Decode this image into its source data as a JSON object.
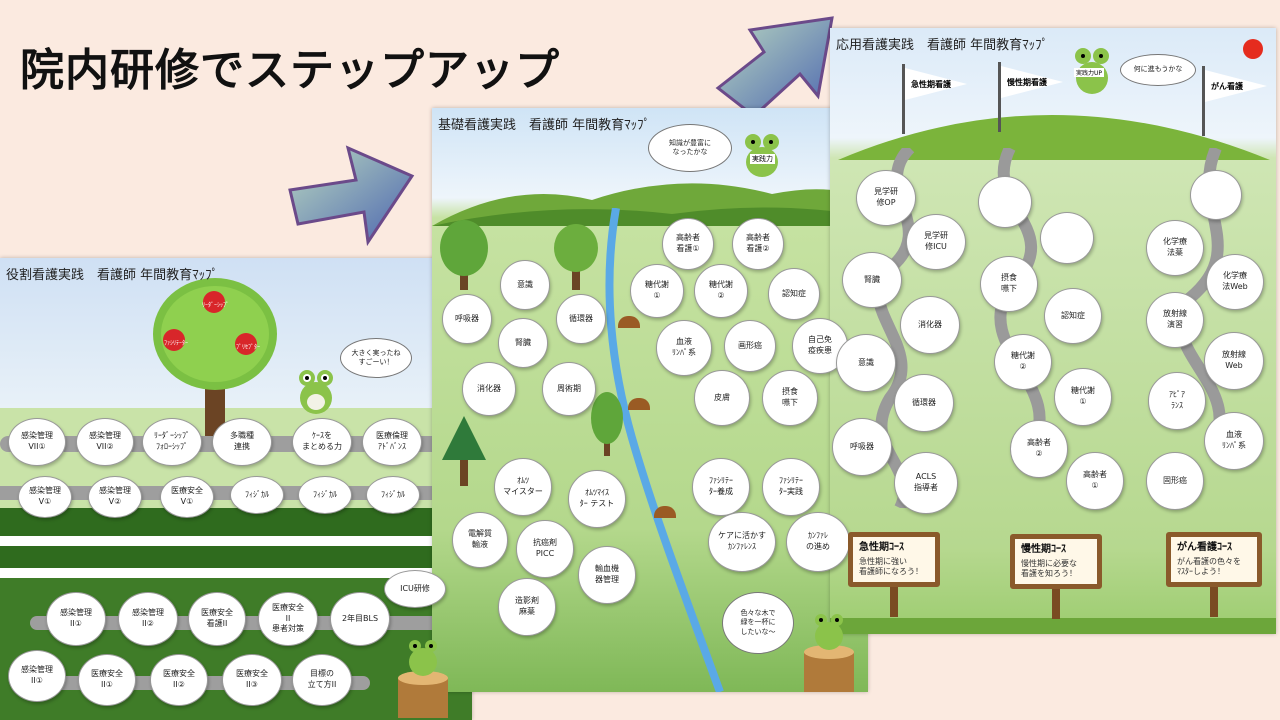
{
  "slide": {
    "title": "院内研修でステップアップ",
    "accent_arrow_color": "#6a86b8"
  },
  "panel_left": {
    "title": "役割看護実践　看護師 年間教育ﾏｯﾌﾟ",
    "speech": "大きく実ったね\nすごーい！",
    "apple_labels": [
      "ﾘｰﾀﾞｰｼｯﾌﾟ",
      "ﾌｧｼﾘﾃｰﾀｰ",
      "ﾌﾟﾘｾﾌﾟﾀｰ"
    ],
    "row1": [
      "感染管理\nVII①",
      "感染管理\nVII②",
      "ﾘｰﾀﾞｰｼｯﾌﾟ\nﾌｫﾛｰｼｯﾌﾟ",
      "多職種\n連携",
      "ｹｰｽを\nまとめる力",
      "医療倫理\nｱﾄﾞﾊﾞﾝｽ"
    ],
    "row2": [
      "感染管理\nV①",
      "感染管理\nV②",
      "医療安全\nV①",
      "ﾌｨｼﾞｶﾙ",
      "ﾌｨｼﾞｶﾙ",
      "ﾌｨｼﾞｶﾙ"
    ],
    "row3_end": "ICU研修",
    "row4": [
      "感染管理\nII①",
      "感染管理\nII②",
      "医療安全\n看護II",
      "医療安全\nII\n患者対策",
      "2年目BLS"
    ],
    "row5": [
      "感染管理\nII①",
      "医療安全\nII①",
      "医療安全\nII②",
      "医療安全\nII③",
      "目標の\n立て方II"
    ]
  },
  "panel_mid": {
    "title": "基礎看護実践　看護師 年間教育ﾏｯﾌﾟ",
    "speech_top": "知識が豊富に\nなったかな",
    "frog_sign": "実践力",
    "speech_bottom": "色々な木で\n緑を一杯に\nしたいな～",
    "left_items": [
      "意識",
      "呼吸器",
      "循環器",
      "腎臓",
      "消化器",
      "周術期"
    ],
    "right_items": [
      "高齢者\n看護①",
      "高齢者\n看護②",
      "糖代謝\n①",
      "糖代謝\n②",
      "認知症",
      "血液\nﾘﾝﾊﾟ系",
      "画形癌",
      "自己免\n疫疾患",
      "皮膚",
      "摂食\n嚥下"
    ],
    "lower_left": [
      "ｵﾑﾂ\nマイスター",
      "ｵﾑﾂﾏｲｽ\nﾀｰ テスト",
      "電解質\n輸液",
      "抗癌剤\nPICC",
      "輸血機\n器管理",
      "造影剤\n麻薬"
    ],
    "lower_right": [
      "ﾌｧｼﾘﾃｰ\nﾀｰ養成",
      "ﾌｧｼﾘﾃｰ\nﾀｰ実践",
      "ケアに活かす\nｶﾝﾌｧﾚﾝｽ",
      "ｶﾝﾌｧﾚ\nの進め"
    ]
  },
  "panel_right": {
    "title": "応用看護実践　看護師 年間教育ﾏｯﾌﾟ",
    "speech": "何に進もうかな",
    "frog_sign": "実践力UP",
    "flags": [
      "急性期看護",
      "慢性期看護",
      "がん看護"
    ],
    "col1": [
      "見学研\n修OP",
      "見学研\n修ICU",
      "腎臓",
      "消化器",
      "意識",
      "循環器",
      "呼吸器",
      "ACLS\n指導者"
    ],
    "col2": [
      "",
      "",
      "摂食\n嚥下",
      "認知症",
      "糖代謝\n②",
      "糖代謝\n①",
      "高齢者\n②",
      "高齢者\n①"
    ],
    "col3": [
      "",
      "化学療\n法薬",
      "化学療\n法Web",
      "放射線\n演習",
      "放射線\nWeb",
      "ｱﾋﾟｱ\nﾗﾝｽ",
      "血液\nﾘﾝﾊﾟ系",
      "固形癌"
    ],
    "signs": [
      {
        "title": "急性期ｺｰｽ",
        "text": "急性期に強い\n看護師になろう！"
      },
      {
        "title": "慢性期ｺｰｽ",
        "text": "慢性期に必要な\n看護を知ろう！"
      },
      {
        "title": "がん看護ｺｰｽ",
        "text": "がん看護の色々を\nﾏｽﾀｰしよう！"
      }
    ]
  }
}
